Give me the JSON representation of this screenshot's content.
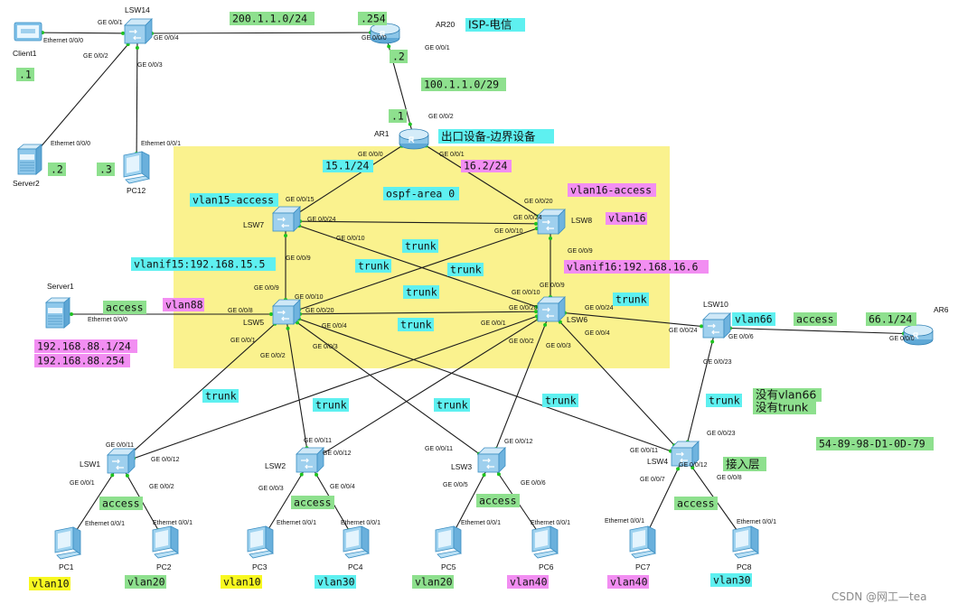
{
  "zone": {
    "fill": "#faf28e"
  },
  "watermark": "CSDN @网工—tea",
  "devices": [
    {
      "id": "Client1",
      "label": "Client1",
      "type": "client"
    },
    {
      "id": "LSW14",
      "label": "LSW14",
      "type": "switch"
    },
    {
      "id": "AR20",
      "label": "AR20",
      "type": "router"
    },
    {
      "id": "Server2",
      "label": "Server2",
      "type": "server"
    },
    {
      "id": "PC12",
      "label": "PC12",
      "type": "pc"
    },
    {
      "id": "AR1",
      "label": "AR1",
      "type": "router"
    },
    {
      "id": "LSW7",
      "label": "LSW7",
      "type": "switch"
    },
    {
      "id": "LSW8",
      "label": "LSW8",
      "type": "switch"
    },
    {
      "id": "Server1",
      "label": "Server1",
      "type": "server"
    },
    {
      "id": "LSW5",
      "label": "LSW5",
      "type": "switch"
    },
    {
      "id": "LSW6",
      "label": "LSW6",
      "type": "switch"
    },
    {
      "id": "LSW10",
      "label": "LSW10",
      "type": "switch"
    },
    {
      "id": "AR6",
      "label": "AR6",
      "type": "router"
    },
    {
      "id": "LSW1",
      "label": "LSW1",
      "type": "switch"
    },
    {
      "id": "LSW2",
      "label": "LSW2",
      "type": "switch"
    },
    {
      "id": "LSW3",
      "label": "LSW3",
      "type": "switch"
    },
    {
      "id": "LSW4",
      "label": "LSW4",
      "type": "switch"
    },
    {
      "id": "PC1",
      "label": "PC1",
      "type": "pc"
    },
    {
      "id": "PC2",
      "label": "PC2",
      "type": "pc"
    },
    {
      "id": "PC3",
      "label": "PC3",
      "type": "pc"
    },
    {
      "id": "PC4",
      "label": "PC4",
      "type": "pc"
    },
    {
      "id": "PC5",
      "label": "PC5",
      "type": "pc"
    },
    {
      "id": "PC6",
      "label": "PC6",
      "type": "pc"
    },
    {
      "id": "PC7",
      "label": "PC7",
      "type": "pc"
    },
    {
      "id": "PC8",
      "label": "PC8",
      "type": "pc"
    }
  ],
  "links": [
    {
      "from": "Client1",
      "to": "LSW14"
    },
    {
      "from": "LSW14",
      "to": "AR20"
    },
    {
      "from": "LSW14",
      "to": "Server2"
    },
    {
      "from": "LSW14",
      "to": "PC12"
    },
    {
      "from": "AR20",
      "to": "AR1"
    },
    {
      "from": "AR1",
      "to": "LSW7"
    },
    {
      "from": "AR1",
      "to": "LSW8"
    },
    {
      "from": "LSW7",
      "to": "LSW8"
    },
    {
      "from": "LSW7",
      "to": "LSW5"
    },
    {
      "from": "LSW7",
      "to": "LSW6"
    },
    {
      "from": "LSW8",
      "to": "LSW5"
    },
    {
      "from": "LSW8",
      "to": "LSW6"
    },
    {
      "from": "Server1",
      "to": "LSW5"
    },
    {
      "from": "LSW5",
      "to": "LSW6"
    },
    {
      "from": "LSW6",
      "to": "LSW10"
    },
    {
      "from": "LSW10",
      "to": "AR6"
    },
    {
      "from": "LSW10",
      "to": "LSW4"
    },
    {
      "from": "LSW5",
      "to": "LSW1"
    },
    {
      "from": "LSW5",
      "to": "LSW2"
    },
    {
      "from": "LSW5",
      "to": "LSW3"
    },
    {
      "from": "LSW5",
      "to": "LSW4"
    },
    {
      "from": "LSW6",
      "to": "LSW1"
    },
    {
      "from": "LSW6",
      "to": "LSW2"
    },
    {
      "from": "LSW6",
      "to": "LSW3"
    },
    {
      "from": "LSW6",
      "to": "LSW4"
    },
    {
      "from": "LSW1",
      "to": "PC1"
    },
    {
      "from": "LSW1",
      "to": "PC2"
    },
    {
      "from": "LSW2",
      "to": "PC3"
    },
    {
      "from": "LSW2",
      "to": "PC4"
    },
    {
      "from": "LSW3",
      "to": "PC5"
    },
    {
      "from": "LSW3",
      "to": "PC6"
    },
    {
      "from": "LSW4",
      "to": "PC7"
    },
    {
      "from": "LSW4",
      "to": "PC8"
    }
  ],
  "ports": [
    "Ethernet 0/0/0",
    "GE 0/0/1",
    "GE 0/0/4",
    "GE 0/0/2",
    "GE 0/0/3",
    "GE 0/0/0",
    "GE 0/0/1",
    "Ethernet 0/0/0",
    "Ethernet 0/0/1",
    "GE 0/0/2",
    "GE 0/0/0",
    "GE 0/0/1",
    "GE 0/0/15",
    "GE 0/0/24",
    "GE 0/0/10",
    "GE 0/0/9",
    "GE 0/0/20",
    "GE 0/0/24",
    "GE 0/0/10",
    "GE 0/0/9",
    "Ethernet 0/0/0",
    "GE 0/0/8",
    "GE 0/0/9",
    "GE 0/0/10",
    "GE 0/0/20",
    "GE 0/0/4",
    "GE 0/0/1",
    "GE 0/0/2",
    "GE 0/0/3",
    "GE 0/0/10",
    "GE 0/0/20",
    "GE 0/0/9",
    "GE 0/0/24",
    "GE 0/0/1",
    "GE 0/0/2",
    "GE 0/0/3",
    "GE 0/0/4",
    "GE 0/0/24",
    "GE 0/0/6",
    "GE 0/0/23",
    "GE 0/0/0",
    "GE 0/0/11",
    "GE 0/0/12",
    "GE 0/0/1",
    "GE 0/0/2",
    "GE 0/0/11",
    "GE 0/0/12",
    "GE 0/0/3",
    "GE 0/0/4",
    "GE 0/0/11",
    "GE 0/0/12",
    "GE 0/0/5",
    "GE 0/0/6",
    "GE 0/0/12",
    "GE 0/0/23",
    "GE 0/0/11",
    "GE 0/0/7",
    "GE 0/0/8",
    "Ethernet 0/0/1",
    "Ethernet 0/0/1",
    "Ethernet 0/0/1",
    "Ethernet 0/0/1",
    "Ethernet 0/0/1",
    "Ethernet 0/0/1",
    "Ethernet 0/0/1",
    "Ethernet 0/0/1"
  ],
  "tags": [
    {
      "text": "200.1.1.0/24",
      "color": "#8ee08e"
    },
    {
      "text": ".254",
      "color": "#8ee08e"
    },
    {
      "text": "ISP-电信",
      "color": "#5ef0f0"
    },
    {
      "text": ".1",
      "color": "#8ee08e"
    },
    {
      "text": ".2",
      "color": "#8ee08e"
    },
    {
      "text": "100.1.1.0/29",
      "color": "#8ee08e"
    },
    {
      "text": ".2",
      "color": "#8ee08e"
    },
    {
      "text": ".3",
      "color": "#8ee08e"
    },
    {
      "text": ".1",
      "color": "#8ee08e"
    },
    {
      "text": "出口设备-边界设备",
      "color": "#5ef0f0"
    },
    {
      "text": "15.1/24",
      "color": "#5ef0f0"
    },
    {
      "text": "16.2/24",
      "color": "#f28ef2"
    },
    {
      "text": "vlan15-access",
      "color": "#5ef0f0"
    },
    {
      "text": "ospf-area 0",
      "color": "#5ef0f0"
    },
    {
      "text": "vlan16-access",
      "color": "#f28ef2"
    },
    {
      "text": "vlan16",
      "color": "#f28ef2"
    },
    {
      "text": "trunk",
      "color": "#5ef0f0"
    },
    {
      "text": "trunk",
      "color": "#5ef0f0"
    },
    {
      "text": "trunk",
      "color": "#5ef0f0"
    },
    {
      "text": "vlanif15:192.168.15.5",
      "color": "#5ef0f0"
    },
    {
      "text": "vlanif16:192.168.16.6",
      "color": "#f28ef2"
    },
    {
      "text": "trunk",
      "color": "#5ef0f0"
    },
    {
      "text": "trunk",
      "color": "#5ef0f0"
    },
    {
      "text": "access",
      "color": "#8ee08e"
    },
    {
      "text": "vlan88",
      "color": "#f28ef2"
    },
    {
      "text": "trunk",
      "color": "#5ef0f0"
    },
    {
      "text": "vlan66",
      "color": "#5ef0f0"
    },
    {
      "text": "access",
      "color": "#8ee08e"
    },
    {
      "text": "66.1/24",
      "color": "#8ee08e"
    },
    {
      "text": "192.168.88.1/24",
      "color": "#f28ef2"
    },
    {
      "text": "192.168.88.254",
      "color": "#f28ef2"
    },
    {
      "text": "trunk",
      "color": "#5ef0f0"
    },
    {
      "text": "trunk",
      "color": "#5ef0f0"
    },
    {
      "text": "trunk",
      "color": "#5ef0f0"
    },
    {
      "text": "trunk",
      "color": "#5ef0f0"
    },
    {
      "text": "trunk",
      "color": "#5ef0f0"
    },
    {
      "text": "没有vlan66",
      "color": "#8ee08e"
    },
    {
      "text": "没有trunk",
      "color": "#8ee08e"
    },
    {
      "text": "54-89-98-D1-0D-79",
      "color": "#8ee08e"
    },
    {
      "text": "接入层",
      "color": "#8ee08e"
    },
    {
      "text": "access",
      "color": "#8ee08e"
    },
    {
      "text": "access",
      "color": "#8ee08e"
    },
    {
      "text": "access",
      "color": "#8ee08e"
    },
    {
      "text": "access",
      "color": "#8ee08e"
    },
    {
      "text": "vlan10",
      "color": "#f8f820"
    },
    {
      "text": "vlan20",
      "color": "#8ee08e"
    },
    {
      "text": "vlan10",
      "color": "#f8f820"
    },
    {
      "text": "vlan30",
      "color": "#5ef0f0"
    },
    {
      "text": "vlan20",
      "color": "#8ee08e"
    },
    {
      "text": "vlan40",
      "color": "#f28ef2"
    },
    {
      "text": "vlan40",
      "color": "#f28ef2"
    },
    {
      "text": "vlan30",
      "color": "#5ef0f0"
    }
  ]
}
